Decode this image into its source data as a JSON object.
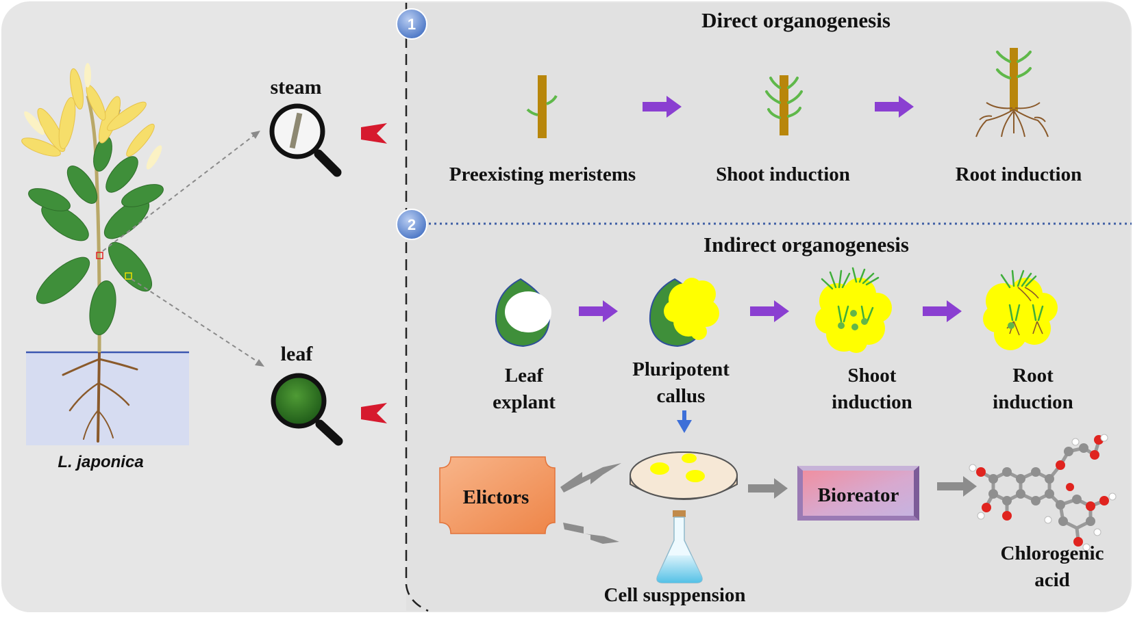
{
  "plant": {
    "label": "L. japonica",
    "stem_label": "steam",
    "leaf_label": "leaf"
  },
  "direct": {
    "number": "1",
    "title": "Direct organogenesis",
    "stages": [
      "Preexisting meristems",
      "Shoot induction",
      "Root induction"
    ]
  },
  "indirect": {
    "number": "2",
    "title": "Indirect organogenesis",
    "stages": [
      {
        "line1": "Leaf",
        "line2": "explant"
      },
      {
        "line1": "Pluripotent",
        "line2": "callus"
      },
      {
        "line1": "Shoot",
        "line2": "induction"
      },
      {
        "line1": "Root",
        "line2": "induction"
      }
    ]
  },
  "production": {
    "elicitors": "Elictors",
    "cell_suspension": "Cell susppension",
    "bioreactor": "Bioreator",
    "product_line1": "Chlorogenic",
    "product_line2": "acid"
  },
  "colors": {
    "panel_bg": "#e6e6e6",
    "purple_arrow": "#8a3fd1",
    "red_arrow": "#d61a2e",
    "gray_arrow": "#8c8c8c",
    "callus_yellow": "#ffff00",
    "leaf_green": "#3f8f3a",
    "stem_brown": "#b8860b",
    "elicitor_orange": "#f39a63",
    "badge_blue": "#5d8bd6"
  }
}
